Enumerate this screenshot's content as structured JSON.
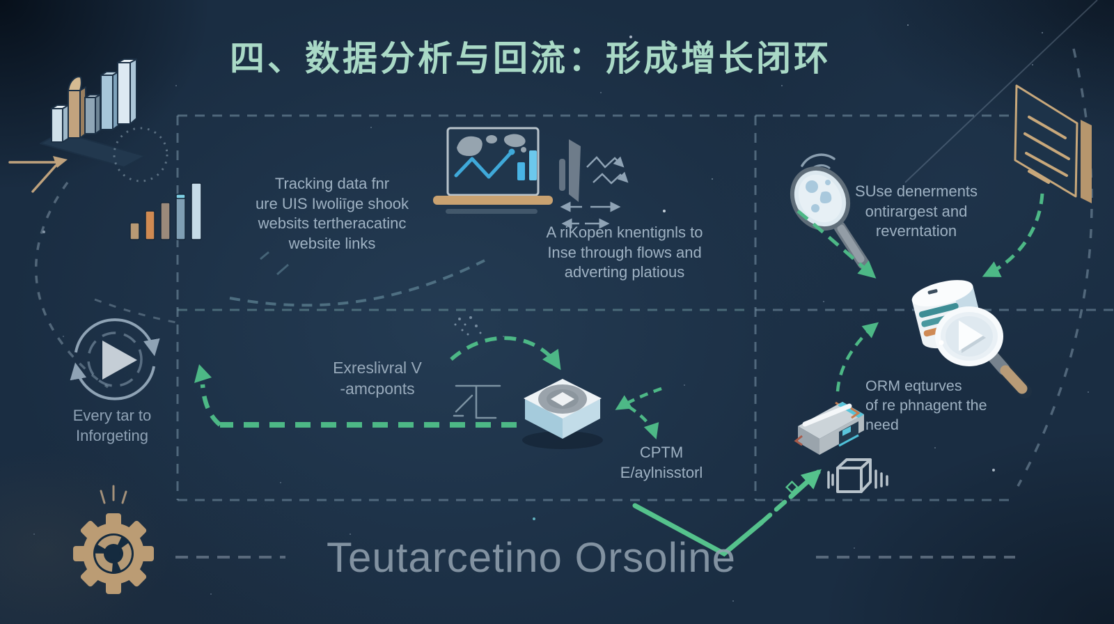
{
  "title": "四、数据分析与回流：形成增长闭环",
  "texts": {
    "tracking": "Tracking data fnr\nure UIS Iwoliīge shook\nwebsits tertheracatinc\nwebsite links",
    "funnel": "A riKopen knentignls to\nInse through flows and\nadverting platious",
    "segments": "SUse denerments\nontirargest and\nreverntation",
    "loop": "Every tar to\nInforgeting",
    "experiments": "Exreslivral V\n-amcponts",
    "cptm": "CPTM\nE/aylnisstorl",
    "orm": "ORM eqturves\nof re phnagent the\nneed",
    "footer": "Teutarcetino Orsoline"
  },
  "colors": {
    "background": "#1a2d42",
    "title": "#a9d9c6",
    "body_text": "#9fb2c3",
    "footer_text": "#94a3b2",
    "accent_green": "#4db886",
    "dash_gray": "#7a99aa",
    "tan": "#c2a37e",
    "chart_blue": "#3fa9d9"
  },
  "icons": {
    "bar-chart-3d-icon": "isometric 3D bar chart",
    "growth-arrow-icon": "tan up-right arrow",
    "dotted-circle": "dotted circle",
    "mini-bar-chart-icon": "ascending bar chart",
    "loop-play-icon": "circular arrows with play triangle",
    "gear-icon": "bronze gear",
    "laptop-analytics-icon": "laptop with world map and chart",
    "zigzag-arrows-icon": "zigzag and double arrows",
    "cube-button-icon": "isometric button with play diamond",
    "magnifier-radar-icon": "magnifying glass with signal arcs",
    "document-icon": "tilted document panel",
    "database-search-icon": "database cylinder with magnifier",
    "device-module-icon": "isometric device module",
    "wireframe-cube-icon": "wireframe cube",
    "checkmark-arrow": "green check-shaped flow arrow"
  }
}
